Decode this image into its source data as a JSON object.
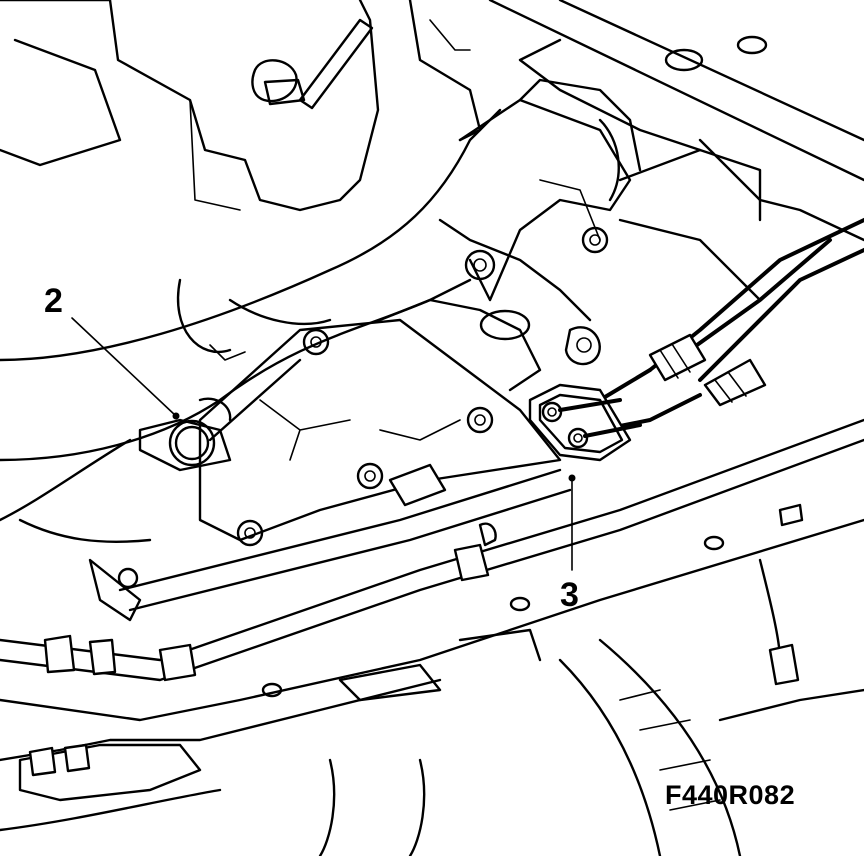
{
  "callouts": [
    {
      "id": "callout-2",
      "label": "2"
    },
    {
      "id": "callout-3",
      "label": "3"
    }
  ],
  "figure_id": "F440R082"
}
